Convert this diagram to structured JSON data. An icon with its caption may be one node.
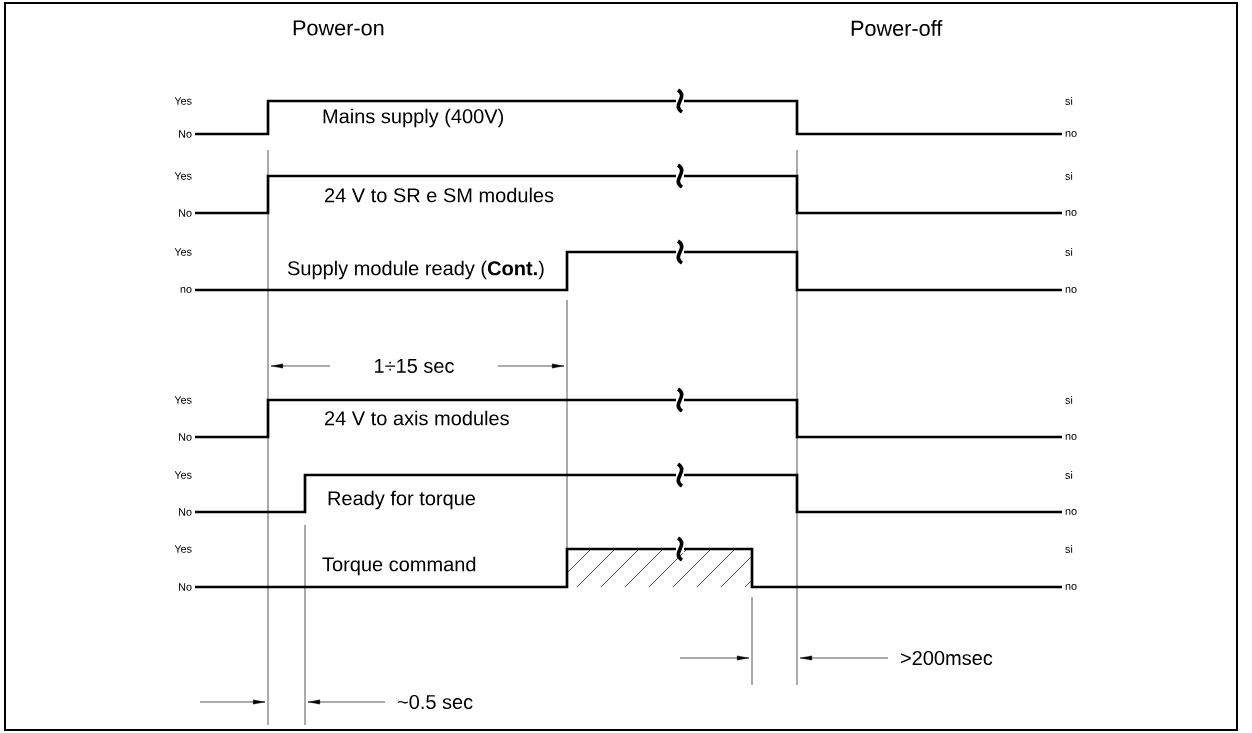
{
  "diagram": {
    "labels": [
      "Power-on",
      "Power-off",
      "Yes",
      "Mains supply (400V)",
      "si",
      "No",
      "no",
      "Yes",
      "24 V to SR e SM modules",
      "si",
      "No",
      "no",
      "Yes",
      "Supply module ready (**Cont.**)",
      "si",
      "no",
      "no",
      "Yes",
      "24 V to axis modules",
      "si",
      "No",
      "no",
      "Yes",
      "Ready for torque",
      "si",
      "No",
      "no",
      "Yes",
      "Torque command",
      "si",
      "No",
      "no",
      "1÷15 sec",
      "~0.5 sec",
      ">200msec"
    ]
  }
}
